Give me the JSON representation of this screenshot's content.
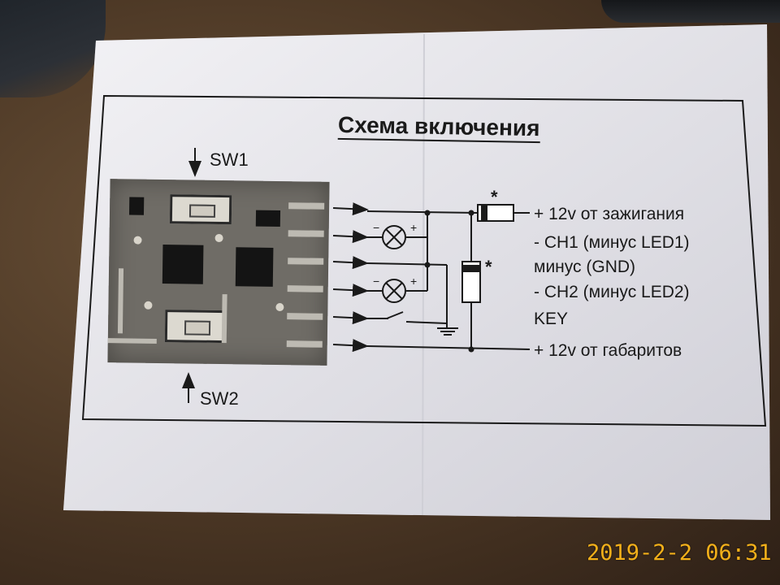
{
  "diagram": {
    "title": "Схема включения",
    "switches": {
      "sw1": "SW1",
      "sw2": "SW2"
    },
    "connections": [
      "+ 12v от зажигания",
      "- CH1 (минус LED1)",
      "минус (GND)",
      "- CH2 (минус LED2)",
      "KEY",
      "+ 12v от габаритов"
    ],
    "marks": {
      "diode_star": "*",
      "plus": "+",
      "minus": "−"
    }
  },
  "photo": {
    "timestamp": "2019-2-2 06:31",
    "stamp_color": "#f3b01a",
    "paper_color": "#ecebf0",
    "table_color": "#5a4330"
  }
}
